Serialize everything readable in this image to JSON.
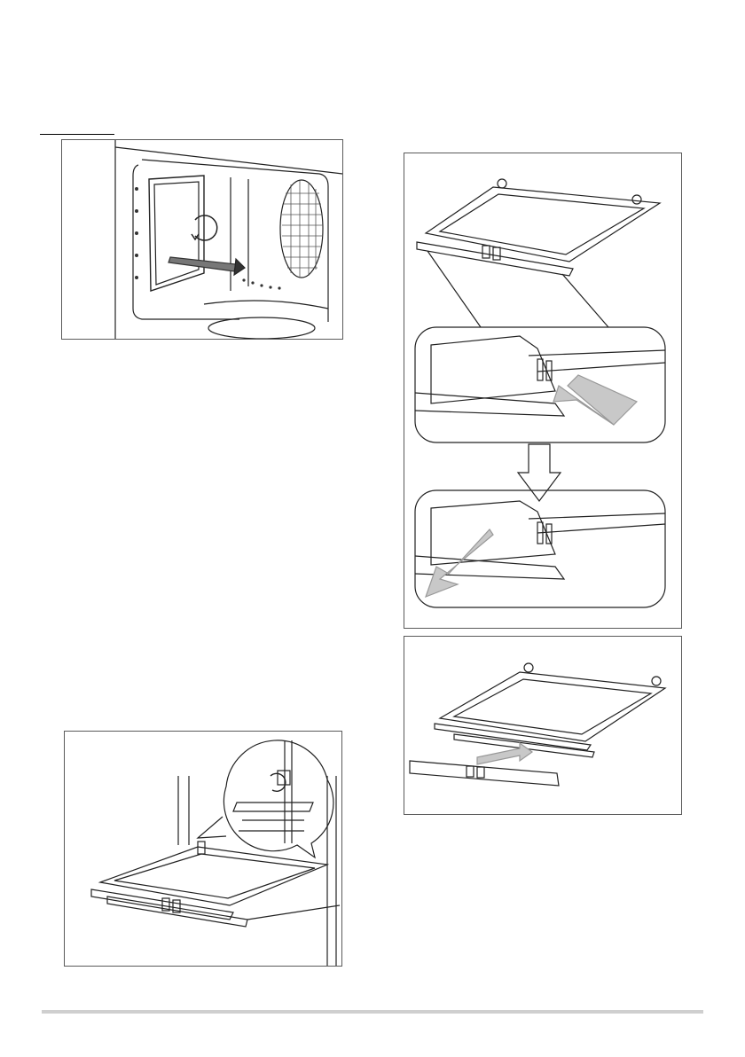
{
  "page": {
    "background": "#ffffff",
    "frame_color": "#5a5a5a",
    "footer_color": "#cfcfcf"
  },
  "figures": [
    {
      "id": "oven-interior",
      "icon": "oven-cavity-lamp-removal-icon"
    },
    {
      "id": "door-hinge",
      "icon": "oven-door-hinge-lock-icon"
    },
    {
      "id": "door-trim-steps",
      "icon": "door-trim-release-steps-icon"
    },
    {
      "id": "door-trim-removed",
      "icon": "door-trim-removed-icon"
    }
  ]
}
